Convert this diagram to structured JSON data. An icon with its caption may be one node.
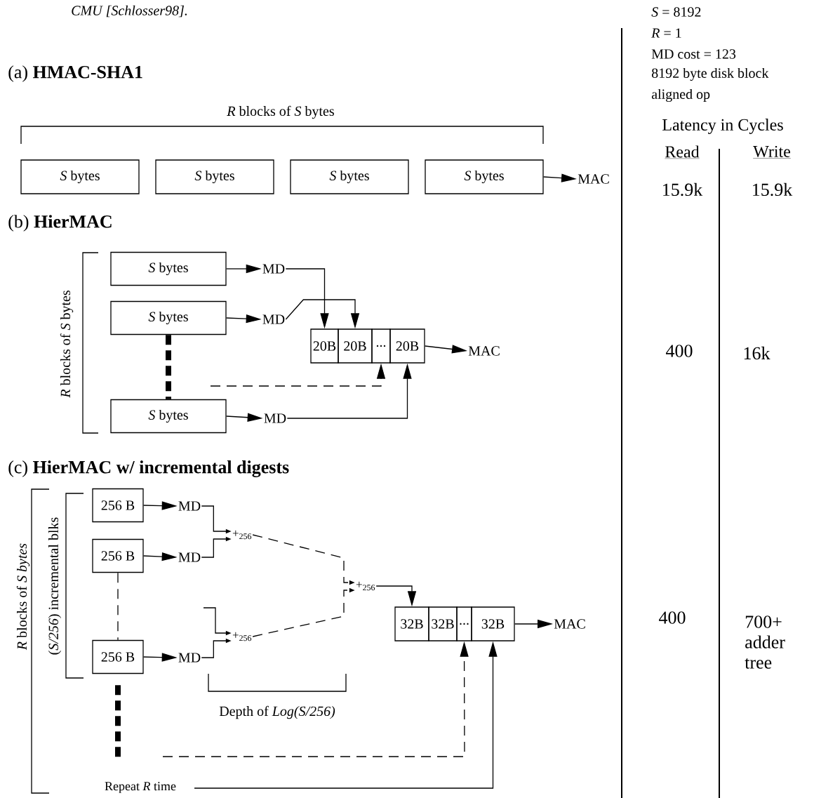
{
  "diagram": {
    "nodes": [
      {
        "text": [
          "*S* bytes"
        ]
      },
      {
        "text": [
          "*S* bytes"
        ]
      },
      {
        "text": [
          "*S* bytes"
        ]
      },
      {
        "text": [
          "*S* bytes"
        ]
      },
      {
        "text": [
          "MAC"
        ]
      },
      {
        "text": [
          "*S* bytes"
        ]
      },
      {
        "text": [
          "*S* bytes"
        ]
      },
      {
        "text": [
          "*S* bytes"
        ]
      },
      {
        "text": [
          "MD"
        ]
      },
      {
        "text": [
          "MD"
        ]
      },
      {
        "text": [
          "MD"
        ]
      },
      {
        "text": [
          "20B"
        ]
      },
      {
        "text": [
          "20B"
        ]
      },
      {
        "text": [
          "..."
        ]
      },
      {
        "text": [
          "20B"
        ]
      },
      {
        "text": [
          "MAC"
        ]
      },
      {
        "text": [
          "256 B"
        ]
      },
      {
        "text": [
          "256 B"
        ]
      },
      {
        "text": [
          "256 B"
        ]
      },
      {
        "text": [
          "MD"
        ]
      },
      {
        "text": [
          "MD"
        ]
      },
      {
        "text": [
          "MD"
        ]
      },
      {
        "text": [
          "+$_{256}$"
        ]
      },
      {
        "text": [
          "+$_{256}$"
        ]
      },
      {
        "text": [
          "+$_{256}$"
        ]
      },
      {
        "text": [
          "32B"
        ]
      },
      {
        "text": [
          "32B"
        ]
      },
      {
        "text": [
          "..."
        ]
      },
      {
        "text": [
          "32B"
        ]
      },
      {
        "text": [
          "MAC"
        ]
      }
    ],
    "edges": [
      {
        "from": 3,
        "to": 4,
        "arrow": "to"
      },
      {
        "from": 5,
        "to": 8,
        "arrow": "to"
      },
      {
        "from": 6,
        "to": 9,
        "arrow": "to"
      },
      {
        "from": 7,
        "to": 10,
        "arrow": "to"
      },
      {
        "from": 8,
        "to": 11,
        "arrow": "to"
      },
      {
        "from": 9,
        "to": 12,
        "arrow": "to"
      },
      {
        "from": 10,
        "to": 14,
        "arrow": "to"
      },
      {
        "from": null,
        "to": 13,
        "arrow": "to",
        "style": "dashed"
      },
      {
        "from": 6,
        "to": 7,
        "arrow": "none",
        "style": "dashed"
      },
      {
        "from": 16,
        "to": 19,
        "arrow": "to"
      },
      {
        "from": 17,
        "to": 20,
        "arrow": "to"
      },
      {
        "from": 18,
        "to": 21,
        "arrow": "to"
      },
      {
        "from": 19,
        "to": 22,
        "arrow": "to"
      },
      {
        "from": 20,
        "to": 22,
        "arrow": "to"
      },
      {
        "from": 21,
        "to": 23,
        "arrow": "to"
      },
      {
        "from": null,
        "to": 23,
        "arrow": "to"
      },
      {
        "from": 22,
        "to": 24,
        "arrow": "to",
        "style": "dashed"
      },
      {
        "from": 23,
        "to": 24,
        "arrow": "to",
        "style": "dashed"
      },
      {
        "from": 24,
        "to": 25,
        "arrow": "to"
      },
      {
        "from": 28,
        "to": 29,
        "arrow": "to"
      },
      {
        "from": null,
        "to": 27,
        "arrow": "to",
        "style": "dashed"
      },
      {
        "from": null,
        "to": 28,
        "arrow": "to"
      },
      {
        "from": 17,
        "to": 18,
        "arrow": "none",
        "style": "dashed"
      },
      {
        "from": 18,
        "to": null,
        "arrow": "none",
        "style": "dashed"
      },
      {
        "from": 14,
        "to": 15,
        "arrow": "to"
      }
    ],
    "labels": [
      "CMU [Schlosser98].",
      "(a) **HMAC-SHA1**",
      "*R* blocks of *S* bytes",
      "(b) **HierMAC**",
      "*R* blocks of *S* bytes",
      "(c) **HierMAC w/ incremental digests**",
      "*R* blocks of *S bytes*",
      "(*S/256*) incremental blks",
      "Depth of *Log(S/256)*",
      "Repeat *R* time",
      "*S* = 8192",
      "*R* = 1",
      "MD cost = 123",
      "8192 byte disk block",
      "aligned op",
      "Latency in Cycles",
      "Read",
      "Write",
      "15.9k",
      "15.9k",
      "400",
      "16k",
      "400",
      "700+ adder tree"
    ]
  }
}
